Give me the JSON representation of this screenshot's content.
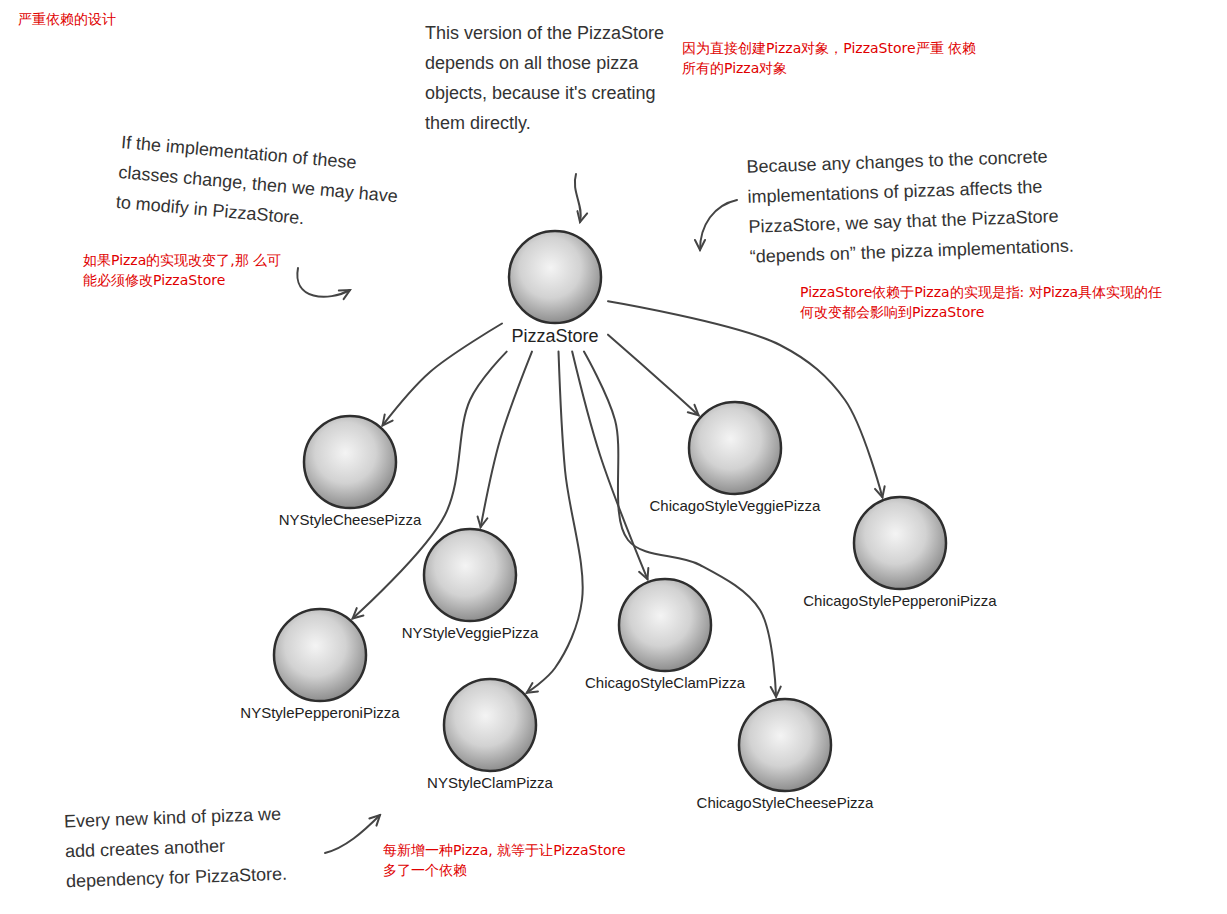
{
  "diagram": {
    "title": "严重依赖的设计",
    "nodes": [
      {
        "text": [
          "PizzaStore"
        ]
      },
      {
        "text": [
          "NYStyleCheesePizza"
        ]
      },
      {
        "text": [
          "ChicagoStyleVeggiePizza"
        ]
      },
      {
        "text": [
          "ChicagoStylePepperoniPizza"
        ]
      },
      {
        "text": [
          "NYStyleVeggiePizza"
        ]
      },
      {
        "text": [
          "ChicagoStyleClamPizza"
        ]
      },
      {
        "text": [
          "NYStylePepperoniPizza"
        ]
      },
      {
        "text": [
          "NYStyleClamPizza"
        ]
      },
      {
        "text": [
          "ChicagoStyleCheesePizza"
        ]
      }
    ],
    "edges": [
      {
        "from": 0,
        "to": 1,
        "arrow": "to"
      },
      {
        "from": 0,
        "to": 2,
        "arrow": "to"
      },
      {
        "from": 0,
        "to": 3,
        "arrow": "to"
      },
      {
        "from": 0,
        "to": 4,
        "arrow": "to"
      },
      {
        "from": 0,
        "to": 5,
        "arrow": "to"
      },
      {
        "from": 0,
        "to": 6,
        "arrow": "to"
      },
      {
        "from": 0,
        "to": 7,
        "arrow": "to"
      },
      {
        "from": 0,
        "to": 8,
        "arrow": "to"
      }
    ],
    "labels": [
      "This version of the PizzaStore depends on all those pizza objects, because it's creating them directly.",
      "因为直接创建Pizza对象，PizzaStore严重 依赖所有的Pizza对象",
      "If the implementation of these classes change, then we may have to modify in PizzaStore.",
      "如果Pizza的实现改变了,那 么可能必须修改PizzaStore",
      "Because any changes to the concrete implementations of pizzas affects the PizzaStore, we say that the PizzaStore “depends on” the pizza implementations.",
      "PizzaStore依赖于Pizza的实现是指: 对Pizza具体实现的任何改变都会影响到PizzaStore",
      "Every new kind of pizza we add creates another dependency for PizzaStore.",
      "每新增一种Pizza, 就等于让PizzaStore多了一个依赖"
    ]
  }
}
